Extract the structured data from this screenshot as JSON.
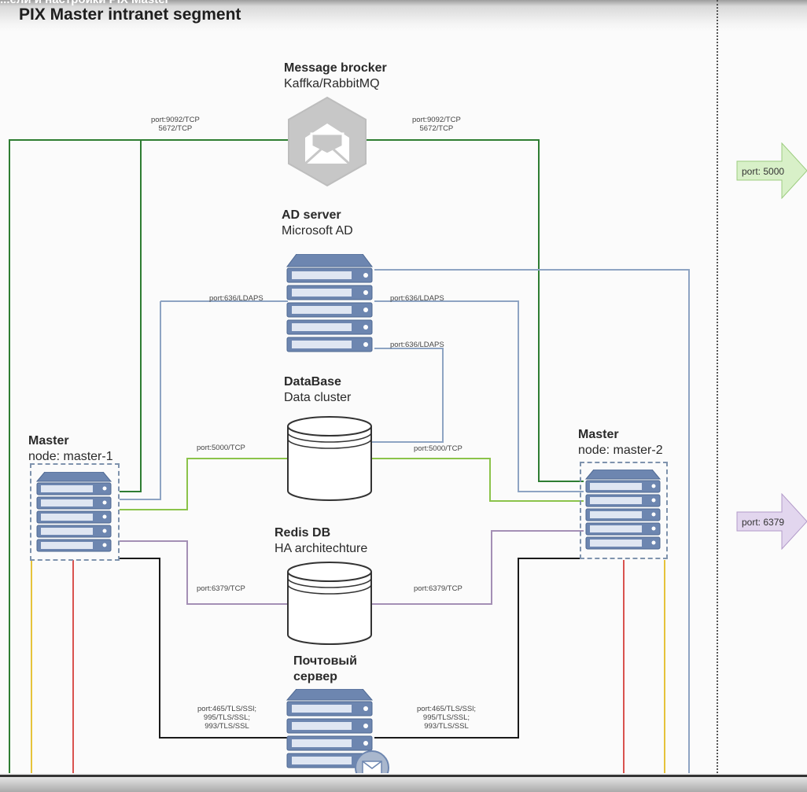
{
  "header": {
    "cut_title": "...ели и настройки PIX Master",
    "title": "PIX Master intranet segment"
  },
  "nodes": {
    "broker": {
      "title": "Message brocker",
      "subtitle": "Kaffka/RabbitMQ"
    },
    "ad": {
      "title": "AD server",
      "subtitle": "Microsoft AD"
    },
    "db": {
      "title": "DataBase",
      "subtitle": "Data cluster"
    },
    "redis": {
      "title": "Redis DB",
      "subtitle": "HA architechture"
    },
    "mail": {
      "title_line1": "Почтовый",
      "title_line2": "сервер"
    },
    "master1": {
      "title": "Master",
      "subtitle": "node: master-1"
    },
    "master2": {
      "title": "Master",
      "subtitle": "node: master-2"
    }
  },
  "ports": {
    "broker_left": [
      "port:9092/TCP",
      "5672/TCP"
    ],
    "broker_right": [
      "port:9092/TCP",
      "5672/TCP"
    ],
    "ad_left": "port:636/LDAPS",
    "ad_right": "port:636/LDAPS",
    "ad_db": "port:636/LDAPS",
    "db_left": "port:5000/TCP",
    "db_right": "port:5000/TCP",
    "redis_left": "port:6379/TCP",
    "redis_right": "port:6379/TCP",
    "mail_left": [
      "port:465/TLS/SSl;",
      "995/TLS/SSL;",
      "993/TLS/SSL"
    ],
    "mail_right": [
      "port:465/TLS/SSl;",
      "995/TLS/SSL;",
      "993/TLS/SSL"
    ]
  },
  "side_ports": {
    "port_5000": "port: 5000",
    "port_6379": "port: 6379"
  },
  "colors": {
    "green": "#2e7d32",
    "blue": "#8ea4c3",
    "light_green": "#8bc34a",
    "purple": "#a48fb5",
    "black": "#1a1a1a",
    "yellow": "#e6c33a",
    "red": "#d9534f",
    "server_blue": "#6d86b0",
    "arrow_green": "#d8f0c8",
    "arrow_purple": "#e2d6ee"
  }
}
